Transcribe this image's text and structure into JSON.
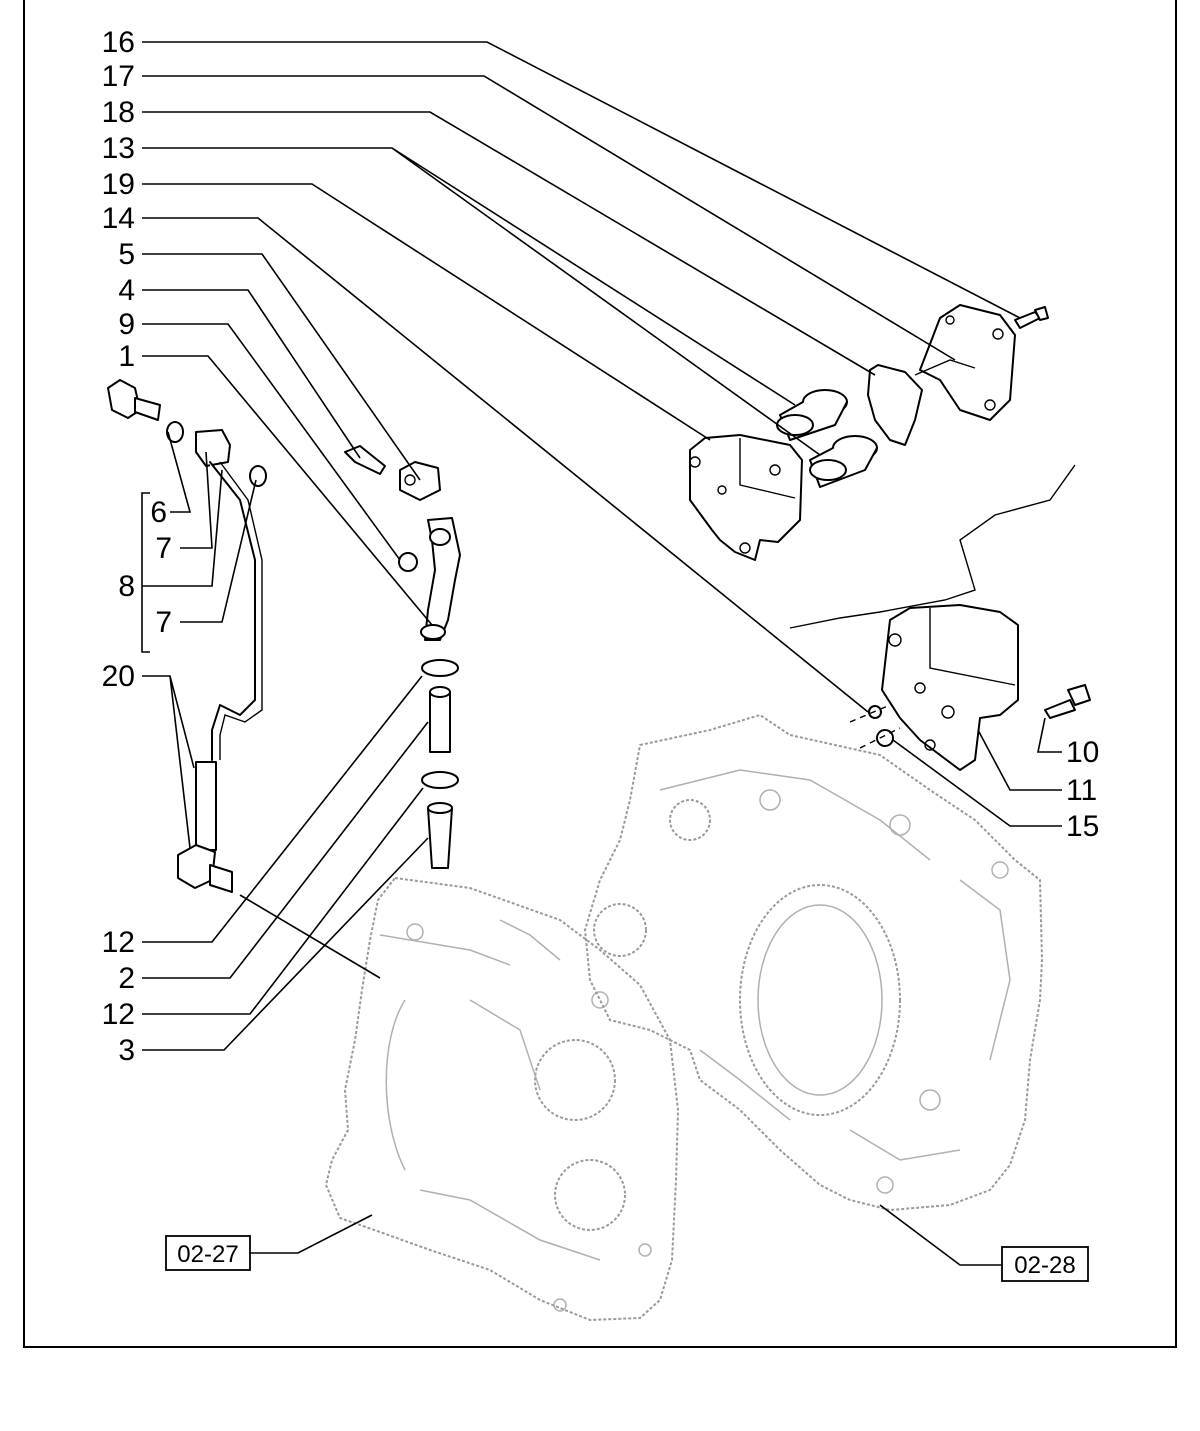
{
  "callouts": {
    "c16": "16",
    "c17": "17",
    "c18": "18",
    "c13": "13",
    "c19": "19",
    "c14": "14",
    "c5": "5",
    "c4": "4",
    "c9": "9",
    "c1": "1",
    "c6": "6",
    "c7a": "7",
    "c8": "8",
    "c7b": "7",
    "c20": "20",
    "c12a": "12",
    "c2": "2",
    "c12b": "12",
    "c3": "3",
    "c10": "10",
    "c11": "11",
    "c15": "15"
  },
  "references": {
    "left": "02-27",
    "right": "02-28"
  }
}
